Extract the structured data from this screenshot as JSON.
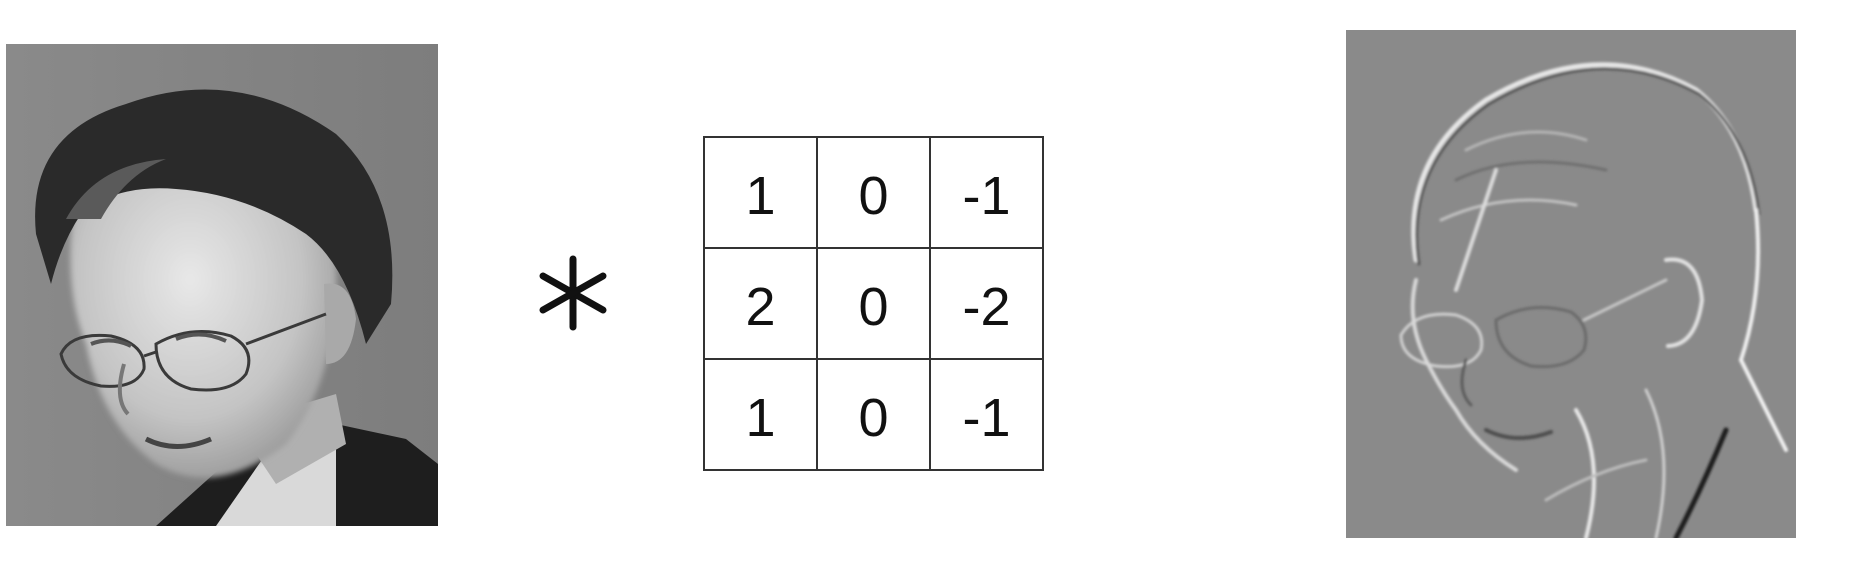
{
  "operator": {
    "symbol": "*"
  },
  "kernel": {
    "rows": [
      [
        "1",
        "0",
        "-1"
      ],
      [
        "2",
        "0",
        "-2"
      ],
      [
        "1",
        "0",
        "-1"
      ]
    ]
  },
  "colors": {
    "background": "#ffffff",
    "grid_line": "#333333",
    "input_backdrop": "#7a7a7a",
    "output_gray": "#8a8a8a"
  }
}
